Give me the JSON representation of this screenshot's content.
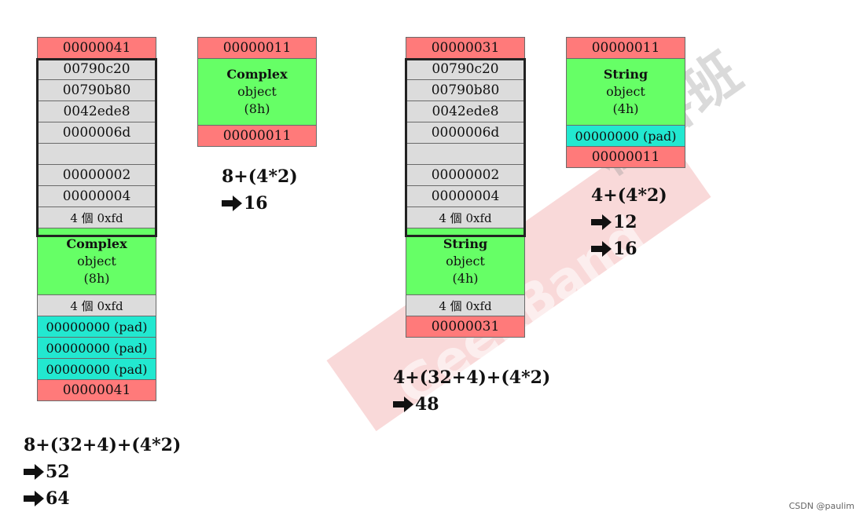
{
  "watermark": {
    "latin": "GeekBand",
    "cjk": "極客班"
  },
  "footer": "CSDN @paulim",
  "block1": {
    "header": "00000041",
    "rows": [
      "00790c20",
      "00790b80",
      "0042ede8",
      "0000006d",
      "",
      "00000002",
      "00000004",
      "4 個 0xfd"
    ],
    "object": {
      "type": "Complex",
      "label": "object",
      "size": "(8h)"
    },
    "fence": "4 個 0xfd",
    "pads": [
      "00000000 (pad)",
      "00000000 (pad)",
      "00000000 (pad)"
    ],
    "footer": "00000041",
    "calc": [
      "8+(32+4)+(4*2)",
      "52",
      "64"
    ]
  },
  "block2": {
    "header": "00000011",
    "object": {
      "type": "Complex",
      "label": "object",
      "size": "(8h)"
    },
    "footer": "00000011",
    "calc": [
      "8+(4*2)",
      "16"
    ]
  },
  "block3": {
    "header": "00000031",
    "rows": [
      "00790c20",
      "00790b80",
      "0042ede8",
      "0000006d",
      "",
      "00000002",
      "00000004",
      "4 個 0xfd"
    ],
    "object": {
      "type": "String",
      "label": "object",
      "size": "(4h)"
    },
    "fence": "4 個 0xfd",
    "footer": "00000031",
    "calc": [
      "4+(32+4)+(4*2)",
      "48"
    ]
  },
  "block4": {
    "header": "00000011",
    "object": {
      "type": "String",
      "label": "object",
      "size": "(4h)"
    },
    "pad": "00000000 (pad)",
    "footer": "00000011",
    "calc": [
      "4+(4*2)",
      "12",
      "16"
    ]
  }
}
